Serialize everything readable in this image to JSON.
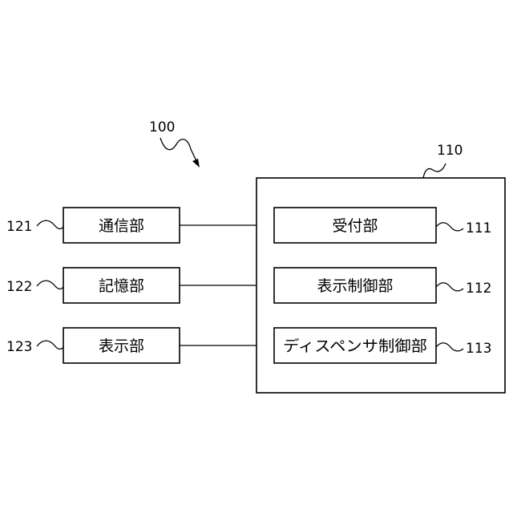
{
  "diagram": {
    "system_ref": "100",
    "controller": {
      "ref": "110",
      "units": [
        {
          "ref": "111",
          "label": "受付部"
        },
        {
          "ref": "112",
          "label": "表示制御部"
        },
        {
          "ref": "113",
          "label": "ディスペンサ制御部"
        }
      ]
    },
    "peripherals": [
      {
        "ref": "121",
        "label": "通信部"
      },
      {
        "ref": "122",
        "label": "記憶部"
      },
      {
        "ref": "123",
        "label": "表示部"
      }
    ]
  }
}
